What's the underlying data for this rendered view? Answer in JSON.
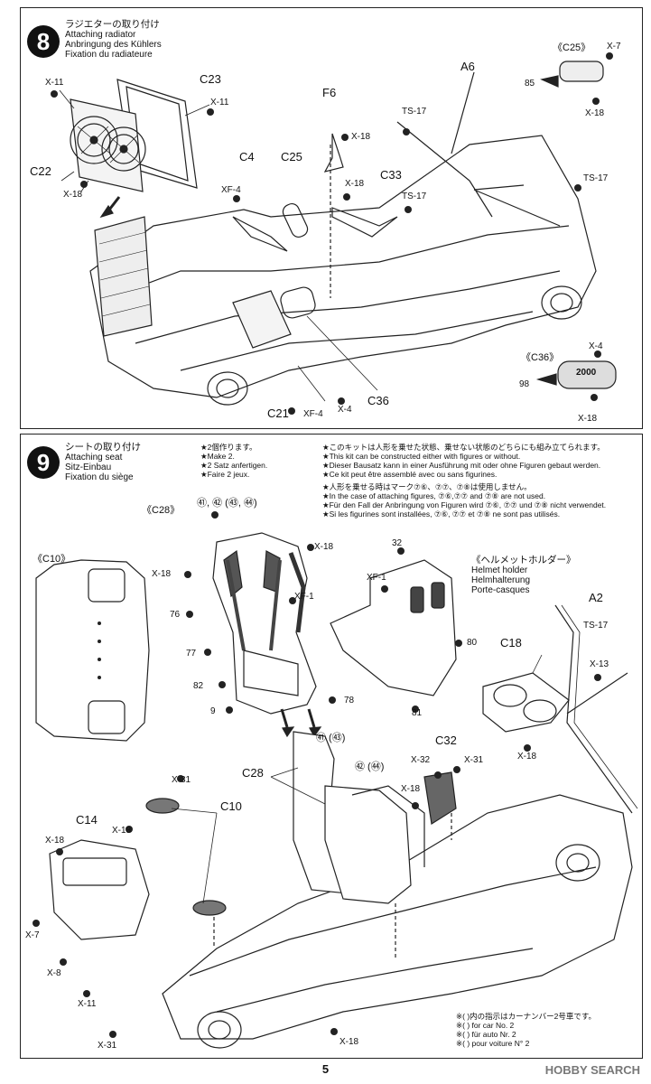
{
  "step8": {
    "number": "8",
    "title_jp": "ラジエターの取り付け",
    "title_en": "Attaching radiator",
    "title_de": "Anbringung des Kühlers",
    "title_fr": "Fixation du radiateure",
    "labels": {
      "c23": "C23",
      "c22": "C22",
      "x11a": "X-11",
      "x11b": "X-11",
      "x18a": "X-18",
      "c4": "C4",
      "xf4a": "XF-4",
      "c25": "C25",
      "f6": "F6",
      "x18b": "X-18",
      "x18c": "X-18",
      "c33": "C33",
      "ts17a": "TS-17",
      "a6": "A6",
      "ts17b": "TS-17",
      "ts17c": "TS-17",
      "c25box": "《C25》",
      "x7": "X-7",
      "n85": "85",
      "x18d": "X-18",
      "c36box": "《C36》",
      "x4a": "X-4",
      "n98": "98",
      "x18e": "X-18",
      "c36": "C36",
      "x4b": "X-4",
      "c21": "C21",
      "xf4b": "XF-4",
      "tank": "2000"
    }
  },
  "step9": {
    "number": "9",
    "title_jp": "シートの取り付け",
    "title_en": "Attaching seat",
    "title_de": "Sitz-Einbau",
    "title_fr": "Fixation du siège",
    "make2": [
      "★2個作ります。",
      "★Make 2.",
      "★2 Satz anfertigen.",
      "★Faire 2 jeux."
    ],
    "figures": [
      "★このキットは人形を乗せた状態、乗せない状態のどちらにも組み立てられます。",
      "★This kit can be constructed either with figures or without.",
      "★Dieser Bausatz kann in einer Ausführung mit oder ohne Figuren gebaut werden.",
      "★Ce kit peut être assemblé avec ou sans figurines.",
      "★人形を乗せる時はマーク⑦⑥、⑦⑦、⑦⑧は使用しません。",
      "★In the case of attaching figures, ⑦⑥,⑦⑦ and ⑦⑧ are not used.",
      "★Für den Fall der Anbringung von Figuren wird ⑦⑥, ⑦⑦ und ⑦⑧ nicht verwendet.",
      "★Si les figurines sont installées, ⑦⑥, ⑦⑦ et ⑦⑧ ne sont pas utilisés."
    ],
    "helmet": [
      "《ヘルメットホルダー》",
      "Helmet holder",
      "Helmhalterung",
      "Porte-casques"
    ],
    "labels": {
      "c28box": "《C28》",
      "seatnums": "㊶, ㊷ (㊸, ㊹)",
      "x18a": "X-18",
      "x18b": "X-18",
      "xf1a": "XF-1",
      "n76": "76",
      "n77": "77",
      "n82": "82",
      "n9": "9",
      "n78": "78",
      "n32": "32",
      "xf1b": "XF-1",
      "n80": "80",
      "n81": "81",
      "a2": "A2",
      "ts17": "TS-17",
      "c18": "C18",
      "x13": "X-13",
      "x18c": "X-18",
      "c10box": "《C10》",
      "n41": "㊶ (㊸)",
      "n42": "㊷ (㊹)",
      "c28": "C28",
      "c32": "C32",
      "x32": "X-32",
      "x31a": "X-31",
      "x18d": "X-18",
      "x31b": "X-31",
      "c10": "C10",
      "x18e": "X-18",
      "c14": "C14",
      "x18f": "X-18",
      "x7": "X-7",
      "x8": "X-8",
      "x11": "X-11",
      "x31c": "X-31",
      "x18g": "X-18"
    },
    "car2note": [
      "※(  )内の指示はカーナンバー2号車です。",
      "※(  ) for car No. 2",
      "※(  ) für auto Nr. 2",
      "※(  ) pour voiture N° 2"
    ]
  },
  "page_number": "5",
  "watermark": "HOBBY SEARCH"
}
